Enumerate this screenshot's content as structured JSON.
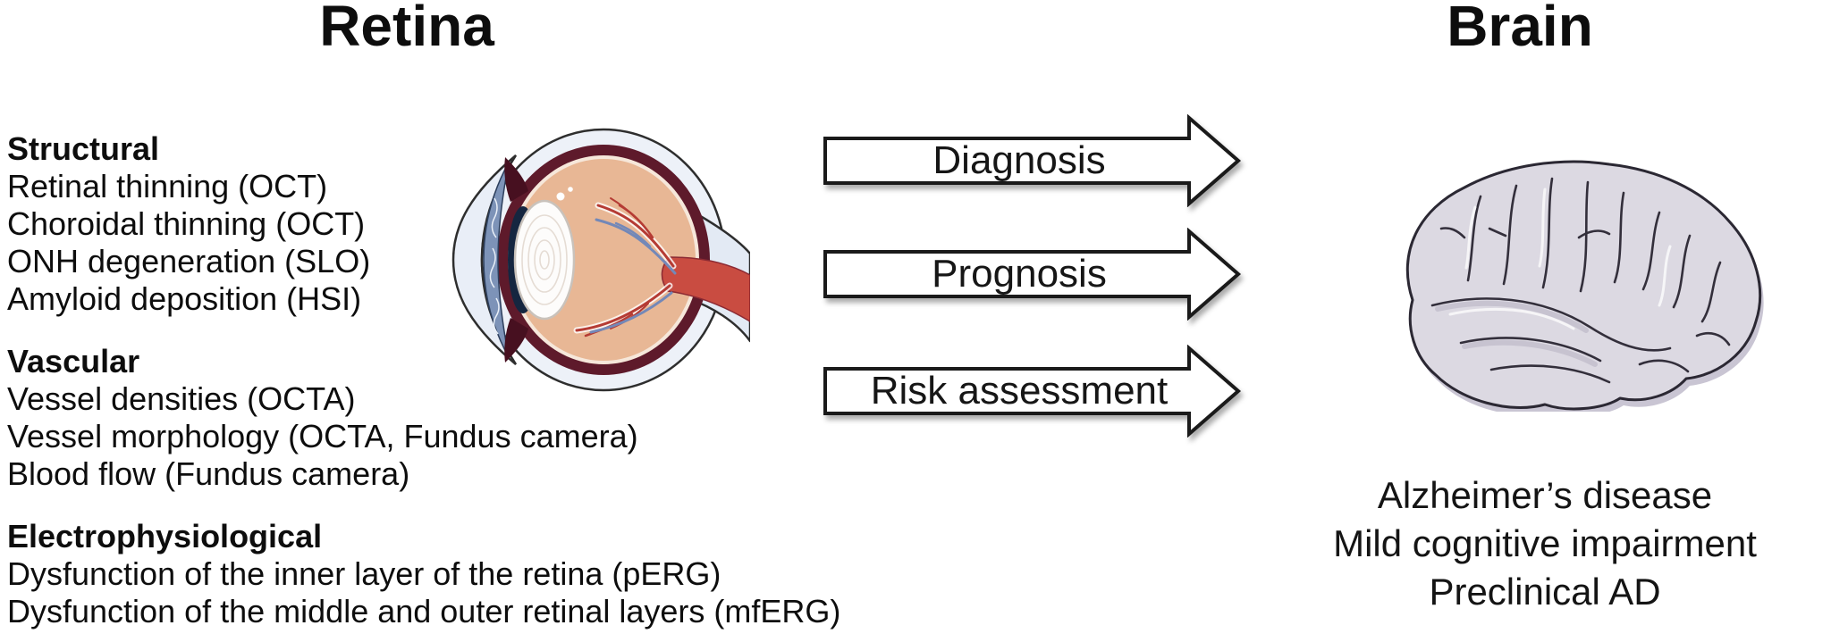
{
  "figure": {
    "left": {
      "title": "Retina",
      "sections": [
        {
          "heading": "Structural",
          "items": [
            "Retinal thinning (OCT)",
            "Choroidal thinning (OCT)",
            "ONH degeneration (SLO)",
            "Amyloid deposition (HSI)"
          ]
        },
        {
          "heading": "Vascular",
          "items": [
            "Vessel densities (OCTA)",
            "Vessel morphology (OCTA, Fundus camera)",
            "Blood flow (Fundus camera)"
          ]
        },
        {
          "heading": "Electrophysiological",
          "items": [
            "Dysfunction of the inner layer of the retina (pERG)",
            "Dysfunction of the middle and outer retinal layers (mfERG)"
          ]
        }
      ]
    },
    "arrows": [
      {
        "label": "Diagnosis"
      },
      {
        "label": "Prognosis"
      },
      {
        "label": "Risk assessment"
      }
    ],
    "right": {
      "title": "Brain",
      "conditions": [
        "Alzheimer’s disease",
        "Mild cognitive impairment",
        "Preclinical AD"
      ]
    },
    "icons": {
      "eye": "eye-cross-section-illustration",
      "brain": "brain-lateral-view-illustration"
    },
    "colors": {
      "background": "#ffffff",
      "text": "#0d0d0d",
      "arrow_fill": "#ffffff",
      "arrow_border": "#1a1a1a",
      "eye_sclera": "#edf1f8",
      "eye_cornea": "#e9eef7",
      "eye_choroid": "#5e1a2b",
      "eye_retina_rim": "#f6e7da",
      "eye_vitreous": "#e8b795",
      "eye_nerve_red": "#c94c41",
      "eye_nerve_sheath": "#e3eaf4",
      "eye_vessel_red": "#b53b34",
      "eye_vessel_blue": "#7388b8",
      "eye_iris": "#7d93b8",
      "eye_lens": "#fdfcfb",
      "brain_fill": "#dcd9e2",
      "brain_shadow": "#c9c5d3",
      "brain_outline": "#2b2833"
    }
  }
}
